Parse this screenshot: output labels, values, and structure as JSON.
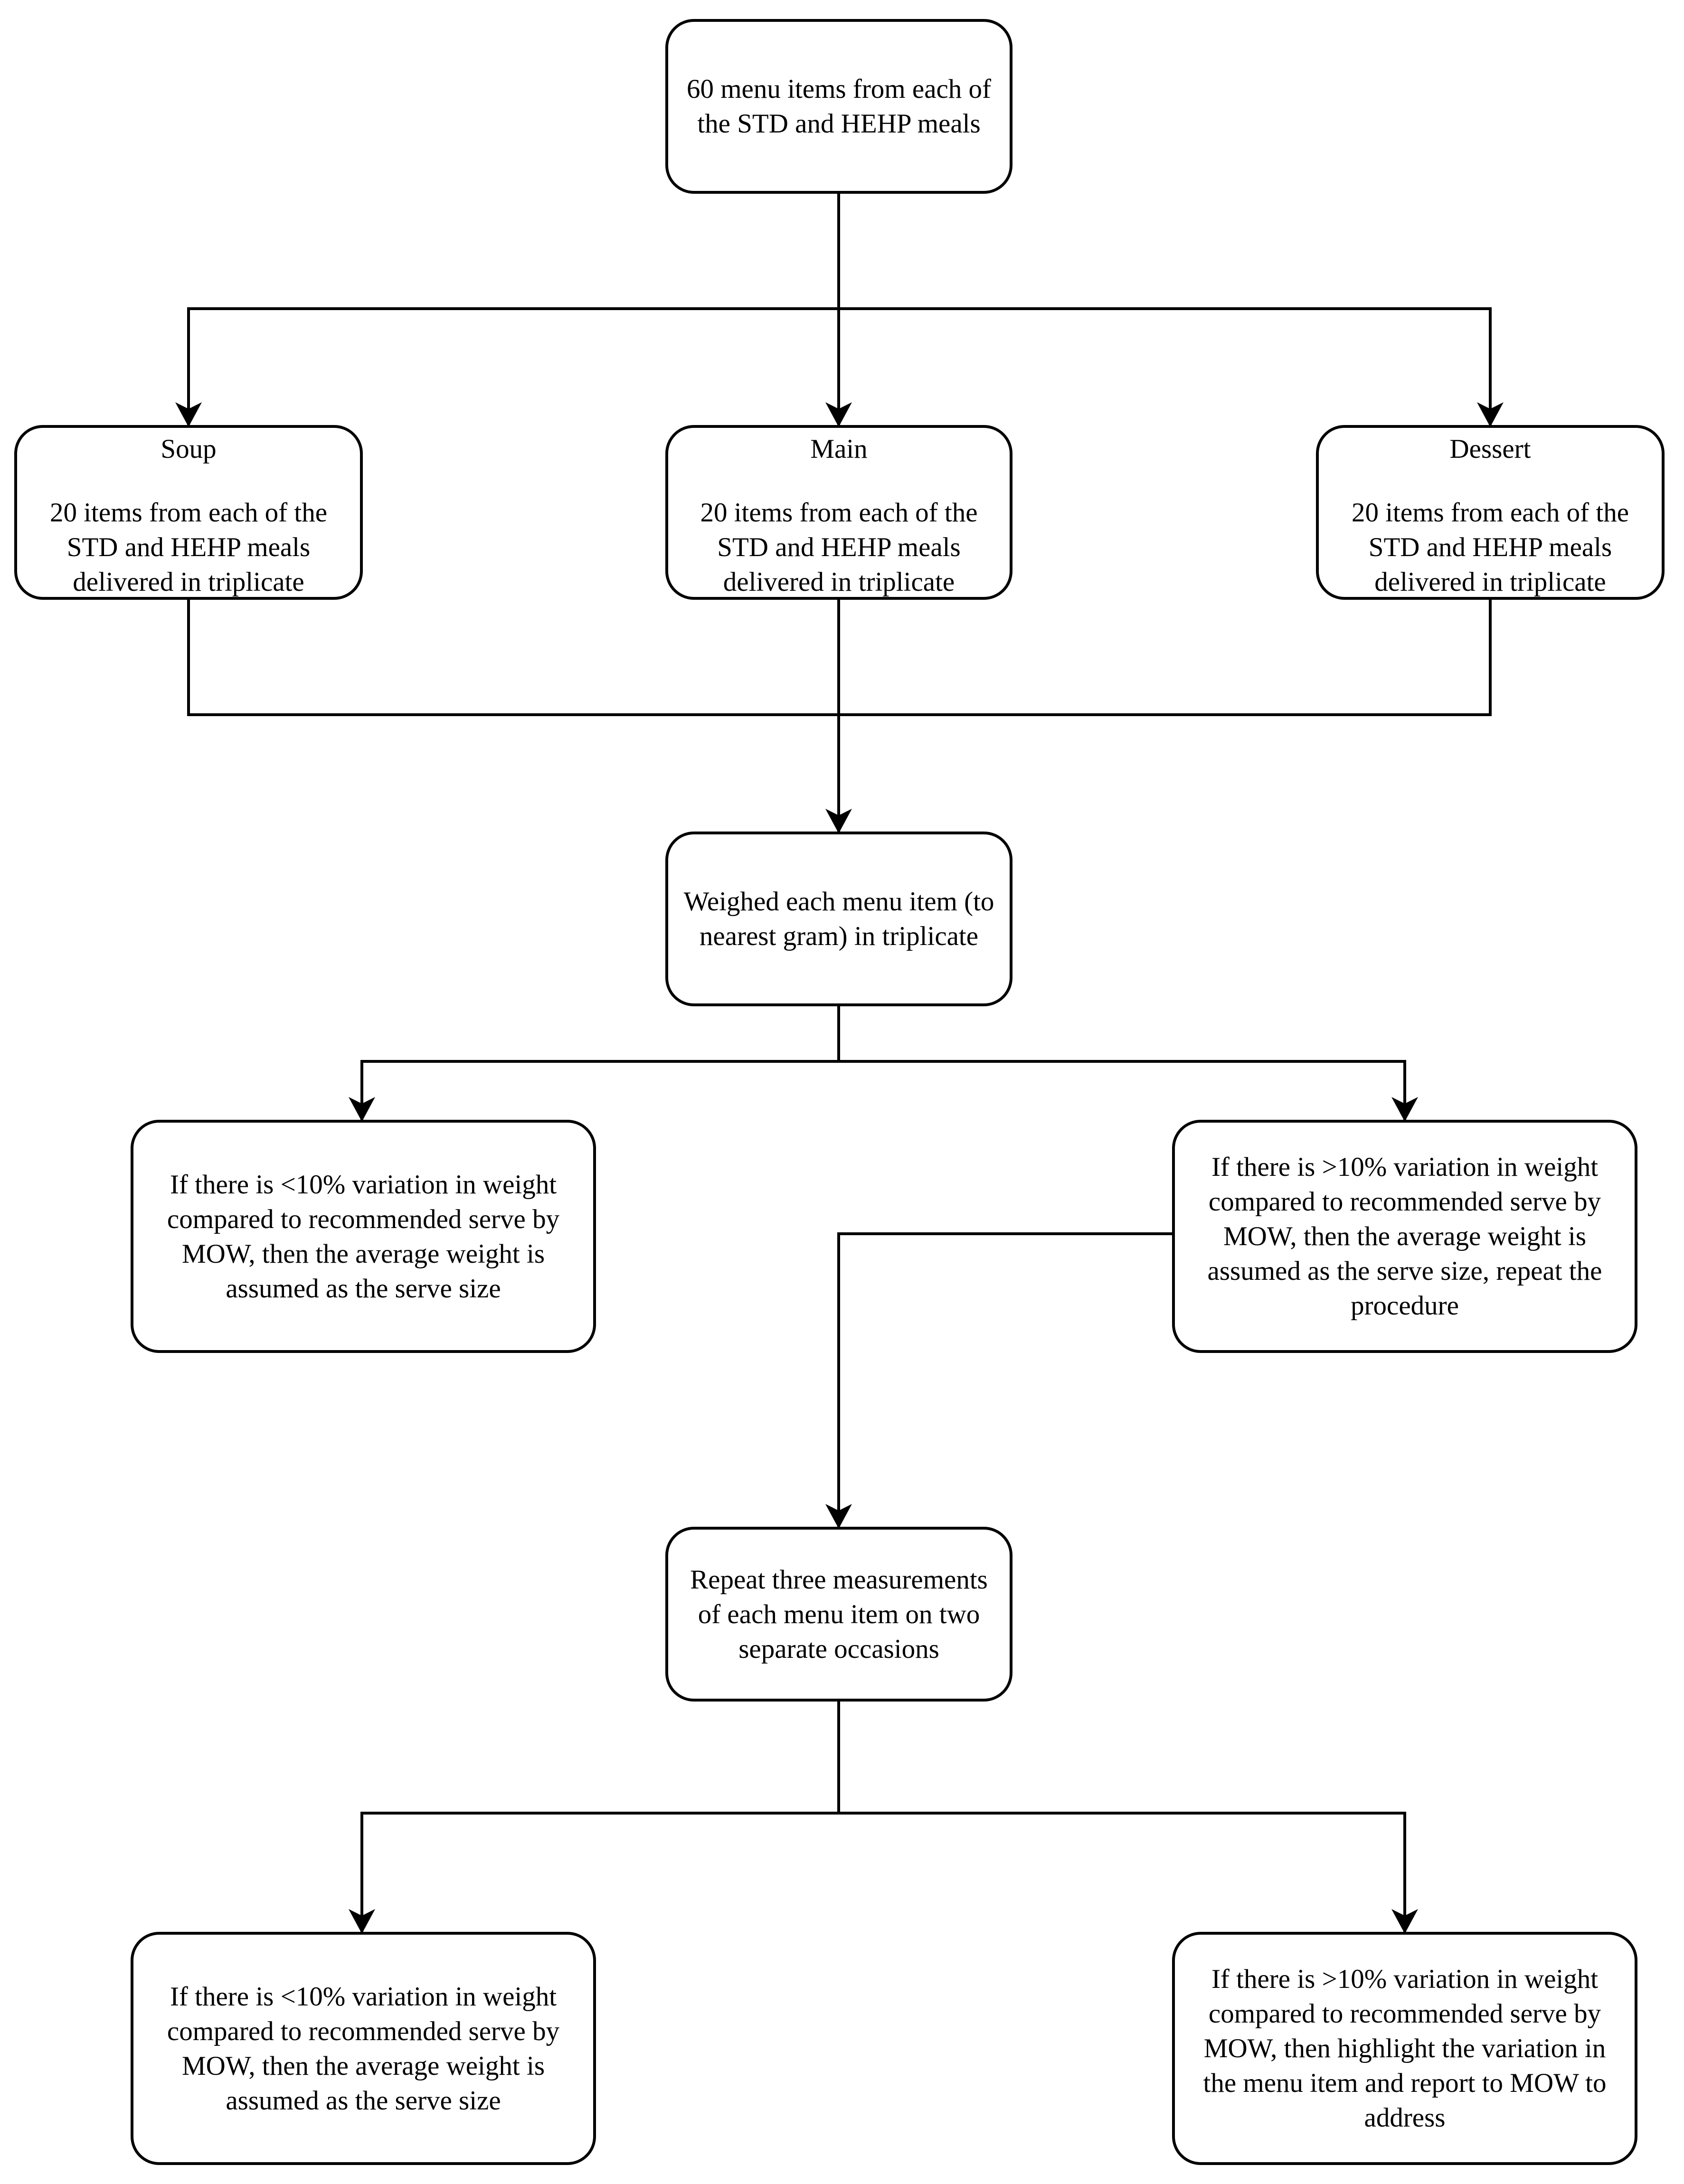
{
  "diagram": {
    "nodes": {
      "start": {
        "text": "60 menu items from each of the STD and HEHP meals"
      },
      "soup": {
        "heading": "Soup",
        "text": "20 items from each of the STD and HEHP meals delivered in triplicate"
      },
      "main": {
        "heading": "Main",
        "text": "20 items from each of the STD and HEHP meals delivered in triplicate"
      },
      "dessert": {
        "heading": "Dessert",
        "text": "20 items from each of the STD and HEHP meals delivered in triplicate"
      },
      "weigh": {
        "text": "Weighed each menu item (to nearest gram) in triplicate"
      },
      "lt_first": {
        "text": "If there is <10% variation in weight compared to recommended serve by MOW, then the average weight is assumed as the serve size"
      },
      "gt_first": {
        "text": "If there is >10% variation in weight compared to recommended serve by MOW, then the average weight is assumed as the serve size, repeat the procedure"
      },
      "repeat": {
        "text": "Repeat three measurements of each menu item on two separate occasions"
      },
      "lt_second": {
        "text": "If there is <10% variation in weight compared to recommended serve by MOW, then the average weight is assumed as the serve size"
      },
      "gt_second": {
        "text": "If there is >10% variation in weight compared to recommended serve by MOW, then highlight the variation in the menu item and report to MOW to address"
      }
    },
    "line_color": "#000000"
  }
}
